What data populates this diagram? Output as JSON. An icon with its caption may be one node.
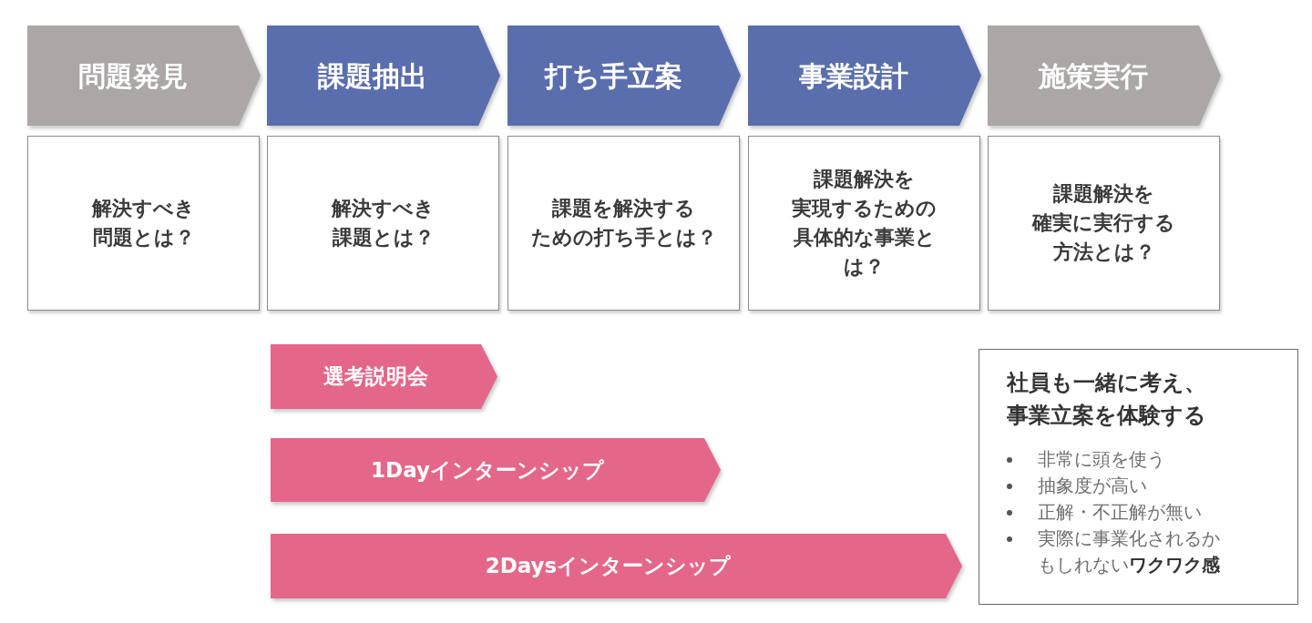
{
  "diagram": {
    "nodes": [
      {
        "text": [
          "問題発見"
        ]
      },
      {
        "text": [
          "課題抽出"
        ]
      },
      {
        "text": [
          "打ち手立案"
        ]
      },
      {
        "text": [
          "事業設計"
        ]
      },
      {
        "text": [
          "施策実行"
        ]
      },
      {
        "text": [
          "解決すべき問題とは？"
        ]
      },
      {
        "text": [
          "解決すべき課題とは？"
        ]
      },
      {
        "text": [
          "課題を解決するための打ち手とは？"
        ]
      },
      {
        "text": [
          "課題解決を実現するための具体的な事業とは？"
        ]
      },
      {
        "text": [
          "課題解決を確実に実行する方法とは？"
        ]
      },
      {
        "text": [
          "選考説明会"
        ]
      },
      {
        "text": [
          "1Dayインターンシップ"
        ]
      },
      {
        "text": [
          "2Daysインターンシップ"
        ]
      },
      {
        "text": [
          "社員も一緒に考え、事業立案を体験する",
          "非常に頭を使う",
          "抽象度が高い",
          "正解・不正解が無い",
          "実際に事業化されるかもしれない**ワクワク感**"
        ]
      }
    ]
  }
}
